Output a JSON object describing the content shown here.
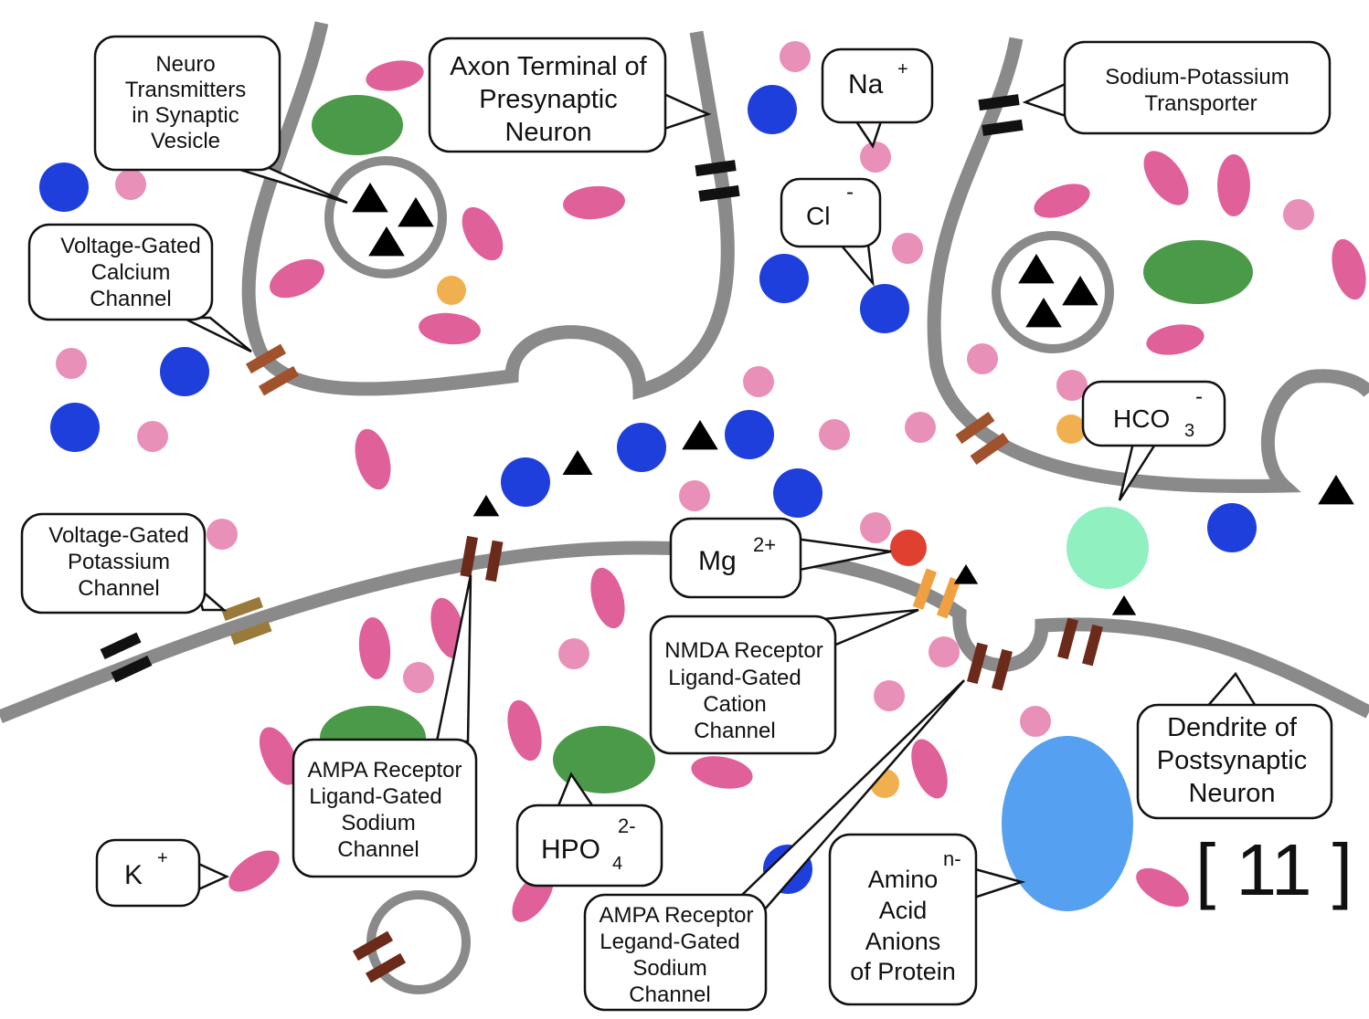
{
  "labels": {
    "vesicle_nt": [
      "Neuro",
      "Transmitters",
      "in Synaptic",
      "Vesicle"
    ],
    "axon_terminal": [
      "Axon Terminal of",
      "Presynaptic",
      "Neuron"
    ],
    "sodium": {
      "symbol": "Na",
      "charge": "+"
    },
    "na_k_pump": [
      "Sodium-Potassium",
      "Transporter"
    ],
    "chloride": {
      "symbol": "Cl",
      "charge": "-"
    },
    "vg_calcium": [
      "Voltage-Gated",
      "Calcium",
      "Channel"
    ],
    "bicarbonate": {
      "symbol": "HCO",
      "subscript": "3",
      "charge": "-"
    },
    "vg_potassium": [
      "Voltage-Gated",
      "Potassium",
      "Channel"
    ],
    "magnesium": {
      "symbol": "Mg",
      "charge": "2+"
    },
    "nmda": [
      "NMDA Receptor",
      "Ligand-Gated",
      "Cation",
      "Channel"
    ],
    "ampa_1": [
      "AMPA Receptor",
      "Ligand-Gated",
      "Sodium",
      "Channel"
    ],
    "phosphate": {
      "symbol": "HPO",
      "subscript": "4",
      "charge": "2-"
    },
    "potassium": {
      "symbol": "K",
      "charge": "+"
    },
    "ampa_2": [
      "AMPA Receptor",
      "Legand-Gated",
      "Sodium",
      "Channel"
    ],
    "protein_anions": {
      "lines": [
        "Amino",
        "Acid",
        "Anions",
        "of Protein"
      ],
      "charge": "n-"
    },
    "dendrite": [
      "Dendrite of",
      "Postsynaptic",
      "Neuron"
    ],
    "figure_number": "[ 11 ]"
  },
  "colors": {
    "membrane": "#8a8a8a",
    "sodium_ion": "#1f3fdc",
    "chloride_ion": "#e890b8",
    "potassium_ion": "#e0609a",
    "calcium_ion": "#f0b050",
    "magnesium_ion": "#e04030",
    "bicarbonate_ion": "#90f0c0",
    "phosphate_ion": "#4a9a4a",
    "protein_anion": "#55a0f0",
    "vg_calcium_channel": "#a0522d",
    "vg_potassium_channel": "#9a7a3a",
    "ampa_channel": "#6b2a1a",
    "nmda_channel": "#f0a040",
    "na_k_pump": "#111111",
    "neurotransmitter": "#000000"
  }
}
